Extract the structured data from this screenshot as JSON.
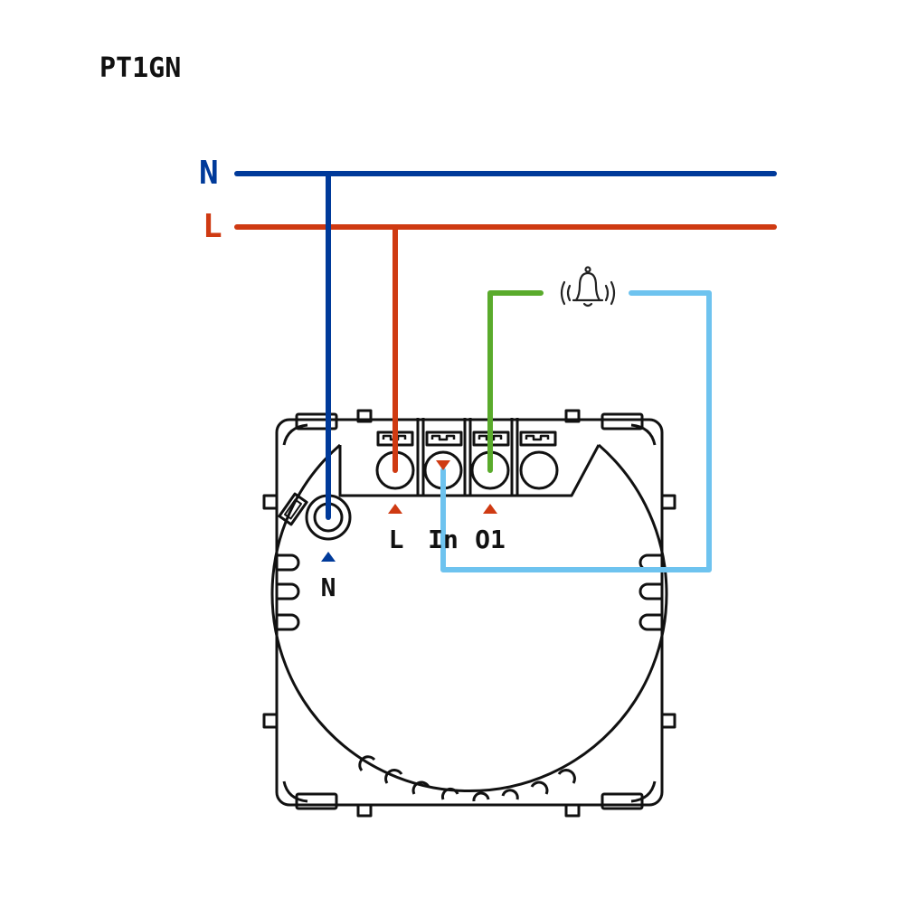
{
  "diagram": {
    "title": "PT1GN",
    "bus": {
      "neutral_label": "N",
      "live_label": "L"
    },
    "terminals": {
      "n_label": "N",
      "l_label": "L",
      "in_label": "In",
      "o1_label": "O1"
    },
    "load_icon": "bell-icon",
    "colors": {
      "neutral": "#003a9a",
      "live": "#cf3a12",
      "output": "#5aab2c",
      "input": "#6ec3ef",
      "outline": "#111111"
    }
  }
}
